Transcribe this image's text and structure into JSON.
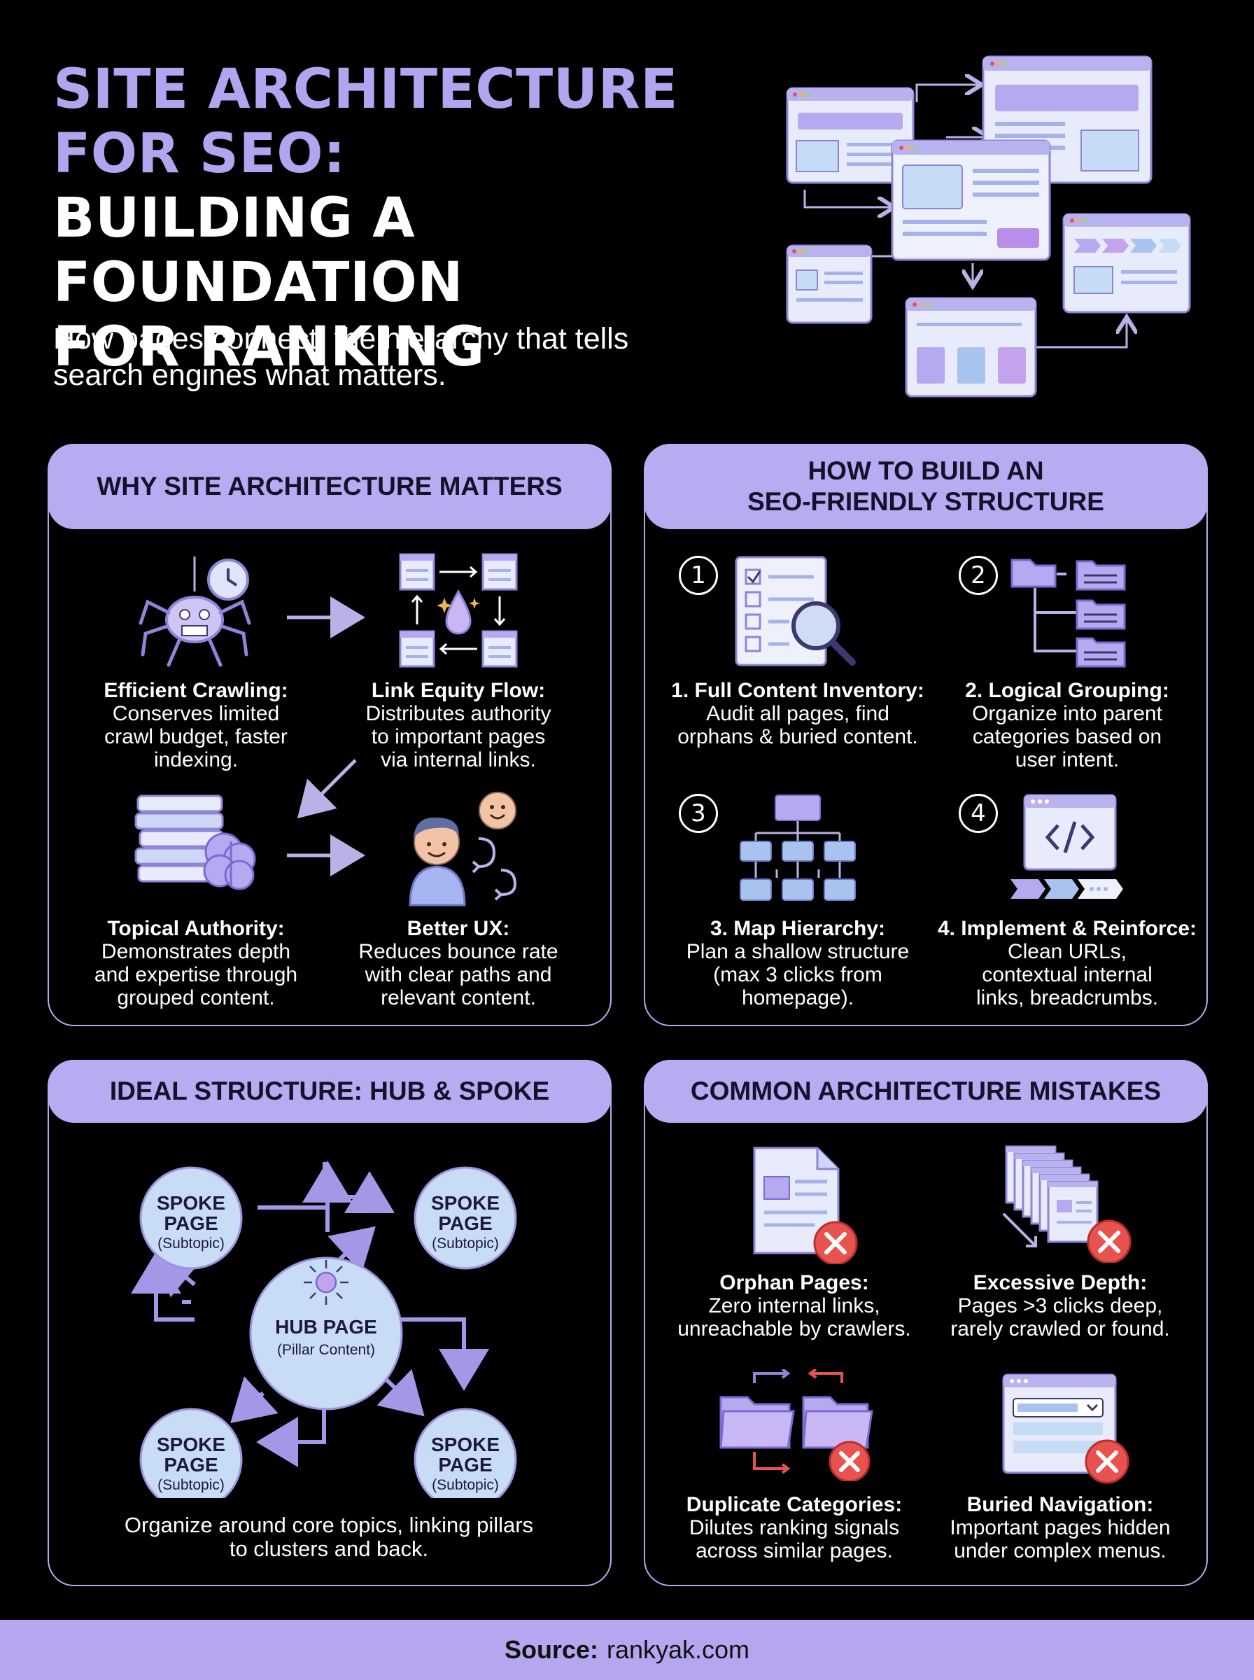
{
  "header": {
    "title_line1": "SITE ARCHITECTURE",
    "title_line2": "FOR SEO:",
    "title_line3": "BUILDING A FOUNDATION",
    "title_line4": "FOR RANKING",
    "subtitle_line1": "How pages connect, the hierarchy that tells",
    "subtitle_line2": "search engines what matters."
  },
  "why": {
    "heading": "WHY SITE ARCHITECTURE MATTERS",
    "items": [
      {
        "title": "Efficient Crawling:",
        "lines": [
          "Conserves limited",
          "crawl budget, faster",
          "indexing."
        ]
      },
      {
        "title": "Link Equity Flow:",
        "lines": [
          "Distributes authority",
          "to important pages",
          "via internal links."
        ]
      },
      {
        "title": "Topical Authority:",
        "lines": [
          "Demonstrates depth",
          "and expertise through",
          "grouped content."
        ]
      },
      {
        "title": "Better UX:",
        "lines": [
          "Reduces bounce rate",
          "with clear paths and",
          "relevant content."
        ]
      }
    ]
  },
  "how": {
    "heading_line1": "HOW TO BUILD AN",
    "heading_line2": "SEO-FRIENDLY STRUCTURE",
    "steps": [
      {
        "num": "1",
        "title": "1. Full Content Inventory:",
        "lines": [
          "Audit all pages, find",
          "orphans & buried content."
        ]
      },
      {
        "num": "2",
        "title": "2. Logical Grouping:",
        "lines": [
          "Organize into parent",
          "categories based on",
          "user intent."
        ]
      },
      {
        "num": "3",
        "title": "3. Map Hierarchy:",
        "lines": [
          "Plan a shallow structure",
          "(max 3 clicks from",
          "homepage)."
        ]
      },
      {
        "num": "4",
        "title": "4. Implement & Reinforce:",
        "lines": [
          "Clean URLs,",
          "contextual internal",
          "links, breadcrumbs."
        ]
      }
    ]
  },
  "hub": {
    "heading": "IDEAL STRUCTURE: HUB & SPOKE",
    "hub_line1": "HUB PAGE",
    "hub_line2": "(Pillar Content)",
    "spoke_line1": "SPOKE",
    "spoke_line2": "PAGE",
    "spoke_line3": "(Subtopic)",
    "caption_line1": "Organize around core topics, linking pillars",
    "caption_line2": "to clusters and back."
  },
  "mistakes": {
    "heading": "COMMON ARCHITECTURE MISTAKES",
    "items": [
      {
        "title": "Orphan Pages:",
        "lines": [
          "Zero internal links,",
          "unreachable by crawlers."
        ]
      },
      {
        "title": "Excessive Depth:",
        "lines": [
          "Pages >3 clicks deep,",
          "rarely crawled or found."
        ]
      },
      {
        "title": "Duplicate Categories:",
        "lines": [
          "Dilutes ranking signals",
          "across similar pages."
        ]
      },
      {
        "title": "Buried Navigation:",
        "lines": [
          "Important pages hidden",
          "under complex menus."
        ]
      }
    ]
  },
  "footer": {
    "source_label": "Source:",
    "source_value": "rankyak.com"
  },
  "colors": {
    "accent": "#b3a4ef",
    "panel_head": "#b7abf1",
    "error_red": "#e8534f",
    "node_fill": "#c8dcf6"
  }
}
